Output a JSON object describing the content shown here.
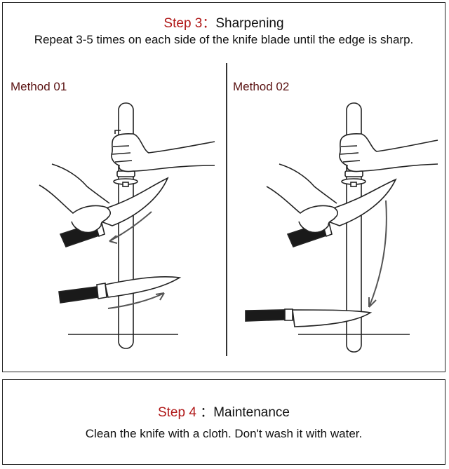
{
  "step3": {
    "label": "Step 3",
    "separator": "：",
    "title": "Sharpening",
    "description": "Repeat 3-5 times on each side of the knife blade until the edge is sharp."
  },
  "methods": [
    {
      "label": "Method 01"
    },
    {
      "label": "Method 02"
    }
  ],
  "step4": {
    "label": "Step 4",
    "separator": " ：",
    "title": "Maintenance",
    "description": "Clean the knife with a cloth. Don't wash it with water."
  },
  "colors": {
    "step_label": "#b01818",
    "method_label": "#5a1212",
    "line": "#222222",
    "arrow": "#555555",
    "handle": "#1a1a1a"
  }
}
